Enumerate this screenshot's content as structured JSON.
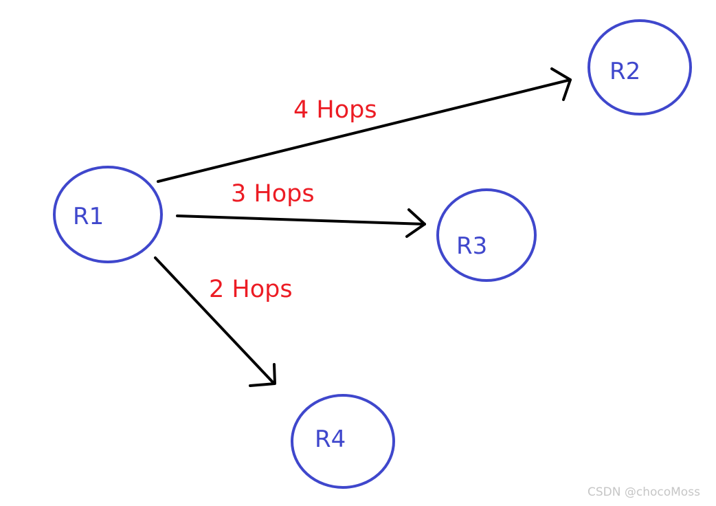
{
  "colors": {
    "node": "#3f47cc",
    "edge": "#000000",
    "edge_label": "#ec1c24",
    "watermark": "#c6c6c6"
  },
  "nodes": [
    {
      "id": "R1",
      "label": "R1"
    },
    {
      "id": "R2",
      "label": "R2"
    },
    {
      "id": "R3",
      "label": "R3"
    },
    {
      "id": "R4",
      "label": "R4"
    }
  ],
  "edges": [
    {
      "from": "R1",
      "to": "R2",
      "label": "4 Hops"
    },
    {
      "from": "R1",
      "to": "R3",
      "label": "3 Hops"
    },
    {
      "from": "R1",
      "to": "R4",
      "label": "2 Hops"
    }
  ],
  "watermark": "CSDN @chocoMoss"
}
